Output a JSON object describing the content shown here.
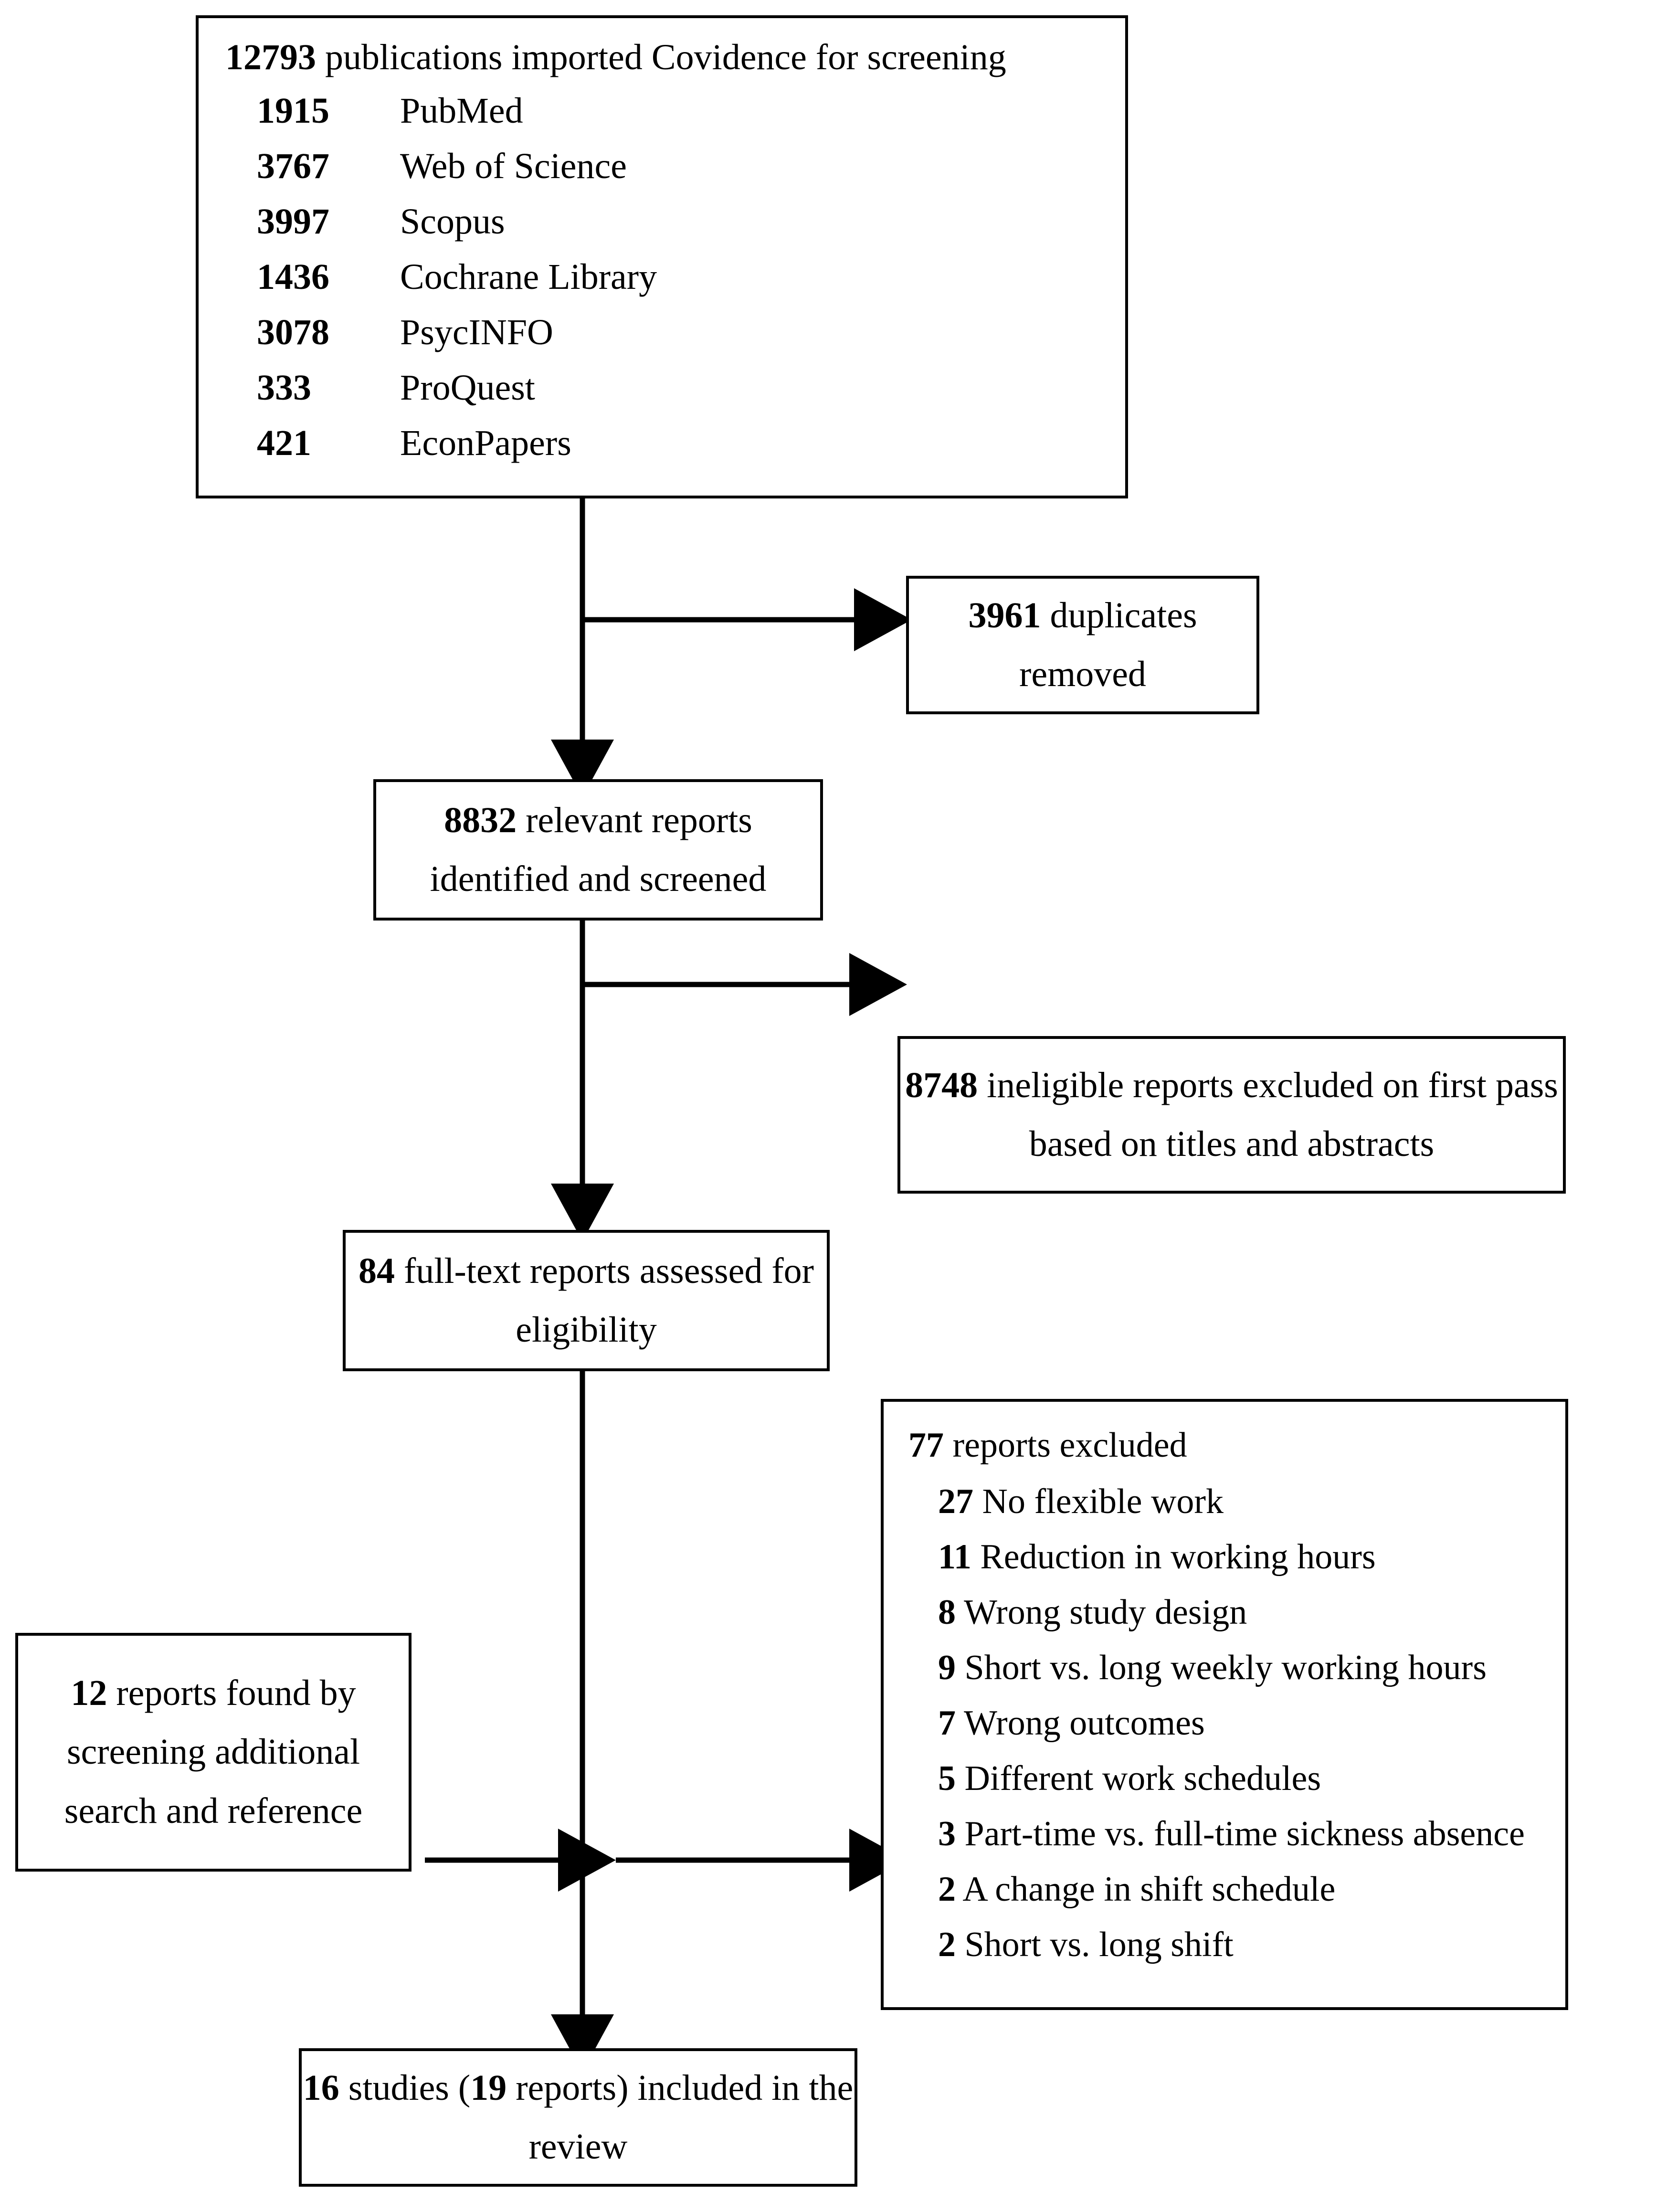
{
  "diagram": {
    "type": "prisma-flow-diagram",
    "sources_box": {
      "title_count": "12793",
      "title_text": " publications imported Covidence for screening",
      "sources": [
        {
          "count": "1915",
          "name": "PubMed"
        },
        {
          "count": "3767",
          "name": "Web of Science"
        },
        {
          "count": "3997",
          "name": "Scopus"
        },
        {
          "count": "1436",
          "name": "Cochrane Library"
        },
        {
          "count": "3078",
          "name": "PsycINFO"
        },
        {
          "count": "333",
          "name": "ProQuest"
        },
        {
          "count": "421",
          "name": "EconPapers"
        }
      ]
    },
    "duplicates_box": {
      "count": "3961",
      "text": " duplicates removed"
    },
    "relevant_box": {
      "count": "8832",
      "text": " relevant reports identified and screened"
    },
    "ineligible_box": {
      "count": "8748",
      "text": " ineligible reports excluded on first pass based on titles and abstracts"
    },
    "fulltext_box": {
      "count": "84",
      "text": " full-text reports assessed for eligibility"
    },
    "exclusions_box": {
      "head_count": "77",
      "head_text": " reports excluded",
      "items": [
        {
          "count": "27",
          "reason": "No flexible work"
        },
        {
          "count": "11",
          "reason": "Reduction in working hours"
        },
        {
          "count": "8",
          "reason": "Wrong study design"
        },
        {
          "count": "9",
          "reason": "Short vs. long weekly working hours"
        },
        {
          "count": "7",
          "reason": "Wrong outcomes"
        },
        {
          "count": "5",
          "reason": "Different work schedules"
        },
        {
          "count": "3",
          "reason": "Part-time vs. full-time sickness absence"
        },
        {
          "count": "2",
          "reason": "A change in shift schedule"
        },
        {
          "count": "2",
          "reason": "Short vs. long shift"
        }
      ]
    },
    "additional_box": {
      "count": "12",
      "text": " reports found by screening additional search and reference"
    },
    "included_box": {
      "studies_count": "16",
      "mid_text": " studies (",
      "reports_count": "19",
      "tail_text": " reports) included in the review"
    },
    "colors": {
      "stroke": "#000000",
      "background": "#ffffff"
    }
  }
}
